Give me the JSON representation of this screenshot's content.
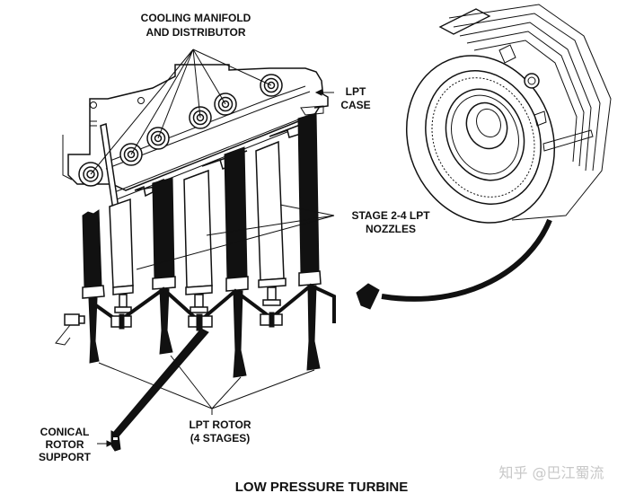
{
  "diagram": {
    "title": "LOW PRESSURE TURBINE",
    "watermark": "知乎 @巴江蜀流",
    "labels": {
      "cooling_manifold": [
        "COOLING MANIFOLD",
        "AND DISTRIBUTOR"
      ],
      "lpt_case": [
        "LPT",
        "CASE"
      ],
      "nozzles": [
        "STAGE 2-4 LPT",
        "NOZZLES"
      ],
      "rotor": [
        "LPT ROTOR",
        "(4 STAGES)"
      ],
      "conical_support": [
        "CONICAL",
        "ROTOR",
        "SUPPORT"
      ]
    },
    "components": [
      {
        "id": "cooling-manifold",
        "name": "Cooling manifold and distributor",
        "count": 6
      },
      {
        "id": "lpt-case",
        "name": "LPT case"
      },
      {
        "id": "nozzles",
        "name": "Stage 2-4 LPT nozzles",
        "stages": "2-4"
      },
      {
        "id": "rotor",
        "name": "LPT rotor",
        "stages": 4
      },
      {
        "id": "conical-support",
        "name": "Conical rotor support"
      },
      {
        "id": "assembled-module",
        "name": "Assembled LPT module (isometric view)"
      }
    ]
  }
}
